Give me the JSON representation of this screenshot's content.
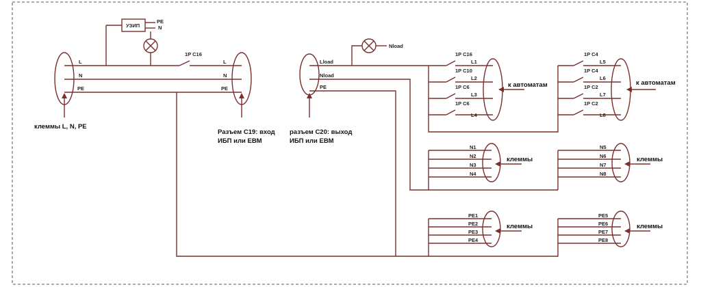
{
  "labels": {
    "uzip": "УЗИП",
    "uzip_pe": "PE",
    "uzip_n": "N",
    "in_l": "L",
    "in_n": "N",
    "in_pe": "PE",
    "brk_main": "1P C16",
    "c19_l": "L",
    "c19_n": "N",
    "c19_pe": "PE",
    "nload_lamp": "Nload",
    "c20_lload": "Lload",
    "c20_nload": "Nload",
    "c20_pe": "PE",
    "brk1": "1P C16",
    "brk2": "1P C10",
    "brk3": "1P C6",
    "brk4": "1P C6",
    "brk5": "1P C4",
    "brk6": "1P C4",
    "brk7": "1P C2",
    "brk8": "1P C2",
    "out_l1": "L1",
    "out_l2": "L2",
    "out_l3": "L3",
    "out_l4": "L4",
    "out_l5": "L5",
    "out_l6": "L6",
    "out_l7": "L7",
    "out_l8": "L8",
    "out_n1": "N1",
    "out_n2": "N2",
    "out_n3": "N3",
    "out_n4": "N4",
    "out_n5": "N5",
    "out_n6": "N6",
    "out_n7": "N7",
    "out_n8": "N8",
    "out_pe1": "PE1",
    "out_pe2": "PE2",
    "out_pe3": "PE3",
    "out_pe4": "PE4",
    "out_pe5": "PE5",
    "out_pe6": "PE6",
    "out_pe7": "PE7",
    "out_pe8": "PE8"
  },
  "captions": {
    "input_terminals": "клеммы L, N, PE",
    "c19_line1": "Разъем С19: вход",
    "c19_line2": "ИБП или ЕВМ",
    "c20_line1": "разъем С20: выход",
    "c20_line2": "ИБП или ЕВМ",
    "to_breakers_1": "к автоматам",
    "to_breakers_2": "к автоматам",
    "terminals_n1": "клеммы",
    "terminals_n2": "клеммы",
    "terminals_pe1": "клеммы",
    "terminals_pe2": "клеммы"
  },
  "colors": {
    "wire": "#7a2e2e",
    "border": "#555555"
  }
}
